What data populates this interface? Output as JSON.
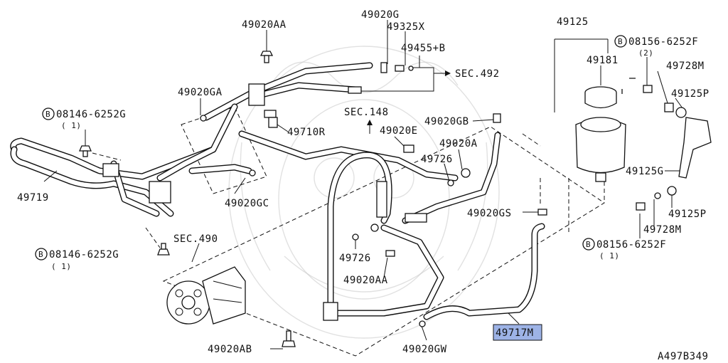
{
  "diagram": {
    "reference_code": "A497B349",
    "labels": {
      "l49020AA_top": "49020AA",
      "l49020G": "49020G",
      "l49325X": "49325X",
      "l49455B": "49455+B",
      "sec492": "SEC.492",
      "l49020GA": "49020GA",
      "sec148": "SEC.148",
      "l49020GB": "49020GB",
      "l49710R": "49710R",
      "l49020E": "49020E",
      "l49020A": "49020A",
      "l49726_top": "49726",
      "l49020GC": "49020GC",
      "l49719": "49719",
      "l49020GS": "49020GS",
      "sec490": "SEC.490",
      "l49726_bot": "49726",
      "l49020AA_bot": "49020AA",
      "l49020AB": "49020AB",
      "l49020GW": "49020GW",
      "l49717M": "49717M",
      "l49125": "49125",
      "l49181": "49181",
      "l49728M_top": "49728M",
      "l49125P_top": "49125P",
      "l49125G": "49125G",
      "l49125P_bot": "49125P",
      "l49728M_bot": "49728M"
    },
    "bolts": {
      "b1_code": "08146-6252G",
      "b1_qty": "( 1)",
      "b2_code": "08146-6252G",
      "b2_qty": "( 1)",
      "b3_code": "08156-6252F",
      "b3_qty": "(2)",
      "b4_code": "08156-6252F",
      "b4_qty": "( 1)",
      "b_symbol": "B"
    },
    "highlight_color": "#9db3e6"
  }
}
